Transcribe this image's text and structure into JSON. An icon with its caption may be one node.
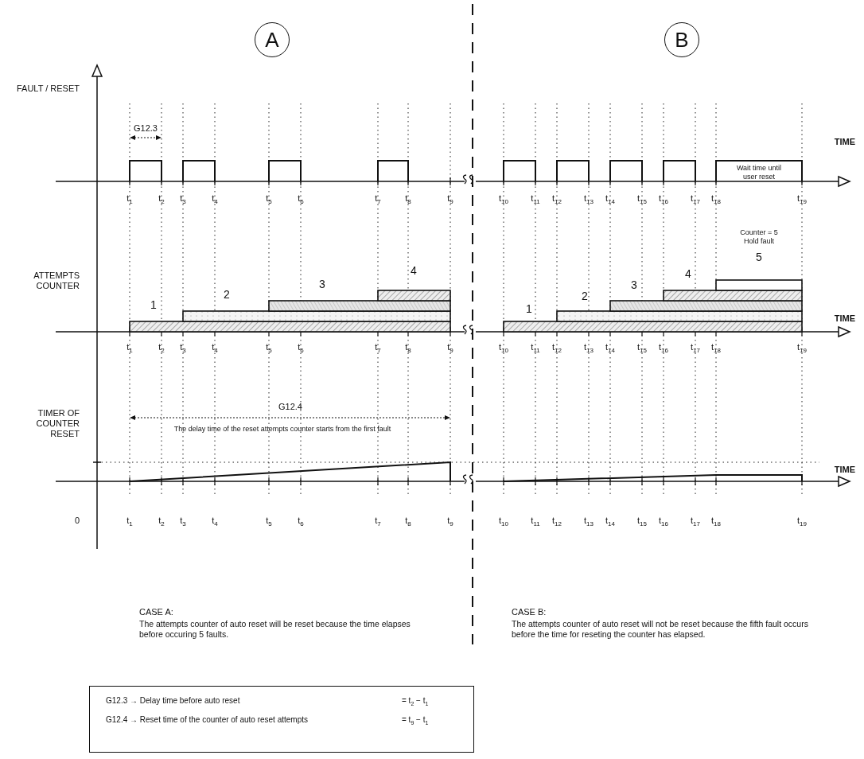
{
  "diagram": {
    "nodes": [
      {
        "text": [
          "A"
        ]
      },
      {
        "text": [
          "B"
        ]
      },
      {
        "text": [
          "G12.3 → Delay time before auto reset",
          "= t$_{2}$ − t$_{1}$",
          "G12.4 → Reset time of the counter of auto reset attempts",
          "= t$_{9}$ − t$_{1}$"
        ]
      }
    ],
    "labels": [
      "FAULT / RESET",
      "G12.3",
      "Wait time until user reset",
      "TIME",
      "t$_{1}$",
      "t$_{2}$",
      "t$_{3}$",
      "t$_{4}$",
      "t$_{5}$",
      "t$_{6}$",
      "t$_{7}$",
      "t$_{8}$",
      "t$_{9}$",
      "t$_{10}$",
      "t$_{11}$",
      "t$_{12}$",
      "t$_{13}$",
      "t$_{14}$",
      "t$_{15}$",
      "t$_{16}$",
      "t$_{17}$",
      "t$_{18}$",
      "t$_{19}$",
      "ATTEMPTS COUNTER",
      "Counter = 5 Hold fault",
      "5",
      "4",
      "4",
      "3",
      "3",
      "2",
      "2",
      "1",
      "1",
      "TIME",
      "t$_{1}$",
      "t$_{2}$",
      "t$_{3}$",
      "t$_{4}$",
      "t$_{5}$",
      "t$_{6}$",
      "t$_{7}$",
      "t$_{8}$",
      "t$_{9}$",
      "t$_{10}$",
      "t$_{11}$",
      "t$_{12}$",
      "t$_{13}$",
      "t$_{14}$",
      "t$_{15}$",
      "t$_{16}$",
      "t$_{17}$",
      "t$_{18}$",
      "t$_{19}$",
      "TIMER OF COUNTER RESET",
      "G12.4",
      "The delay time of the reset attempts counter starts from the first fault",
      "TIME",
      "0",
      "t$_{1}$",
      "t$_{2}$",
      "t$_{3}$",
      "t$_{4}$",
      "t$_{5}$",
      "t$_{6}$",
      "t$_{7}$",
      "t$_{8}$",
      "t$_{9}$",
      "t$_{10}$",
      "t$_{11}$",
      "t$_{12}$",
      "t$_{13}$",
      "t$_{14}$",
      "t$_{15}$",
      "t$_{16}$",
      "t$_{17}$",
      "t$_{18}$",
      "t$_{19}$",
      "CASE A:",
      "The attempts counter of auto reset will be reset because the time elapses before occuring 5 faults.",
      "CASE B:",
      "The attempts counter of auto reset will not be reset because the fifth fault occurs before the time for reseting the counter has elapsed."
    ]
  }
}
